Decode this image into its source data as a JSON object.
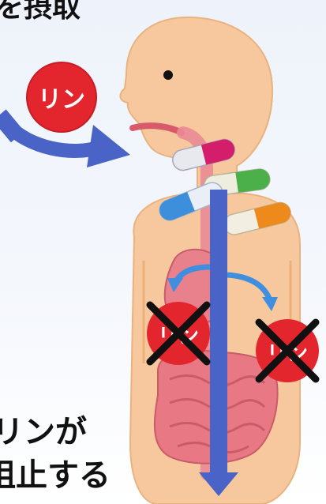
{
  "captions": {
    "top": "を摂取",
    "bottom_line1": "リンが",
    "bottom_line2": "阻止する"
  },
  "phosphorus_badge": {
    "label": "リン"
  },
  "colors": {
    "badge_red": "#e3262d",
    "arrow_blue": "#4a63c6",
    "skin": "#f7c89e",
    "intestine": "#e87883"
  }
}
